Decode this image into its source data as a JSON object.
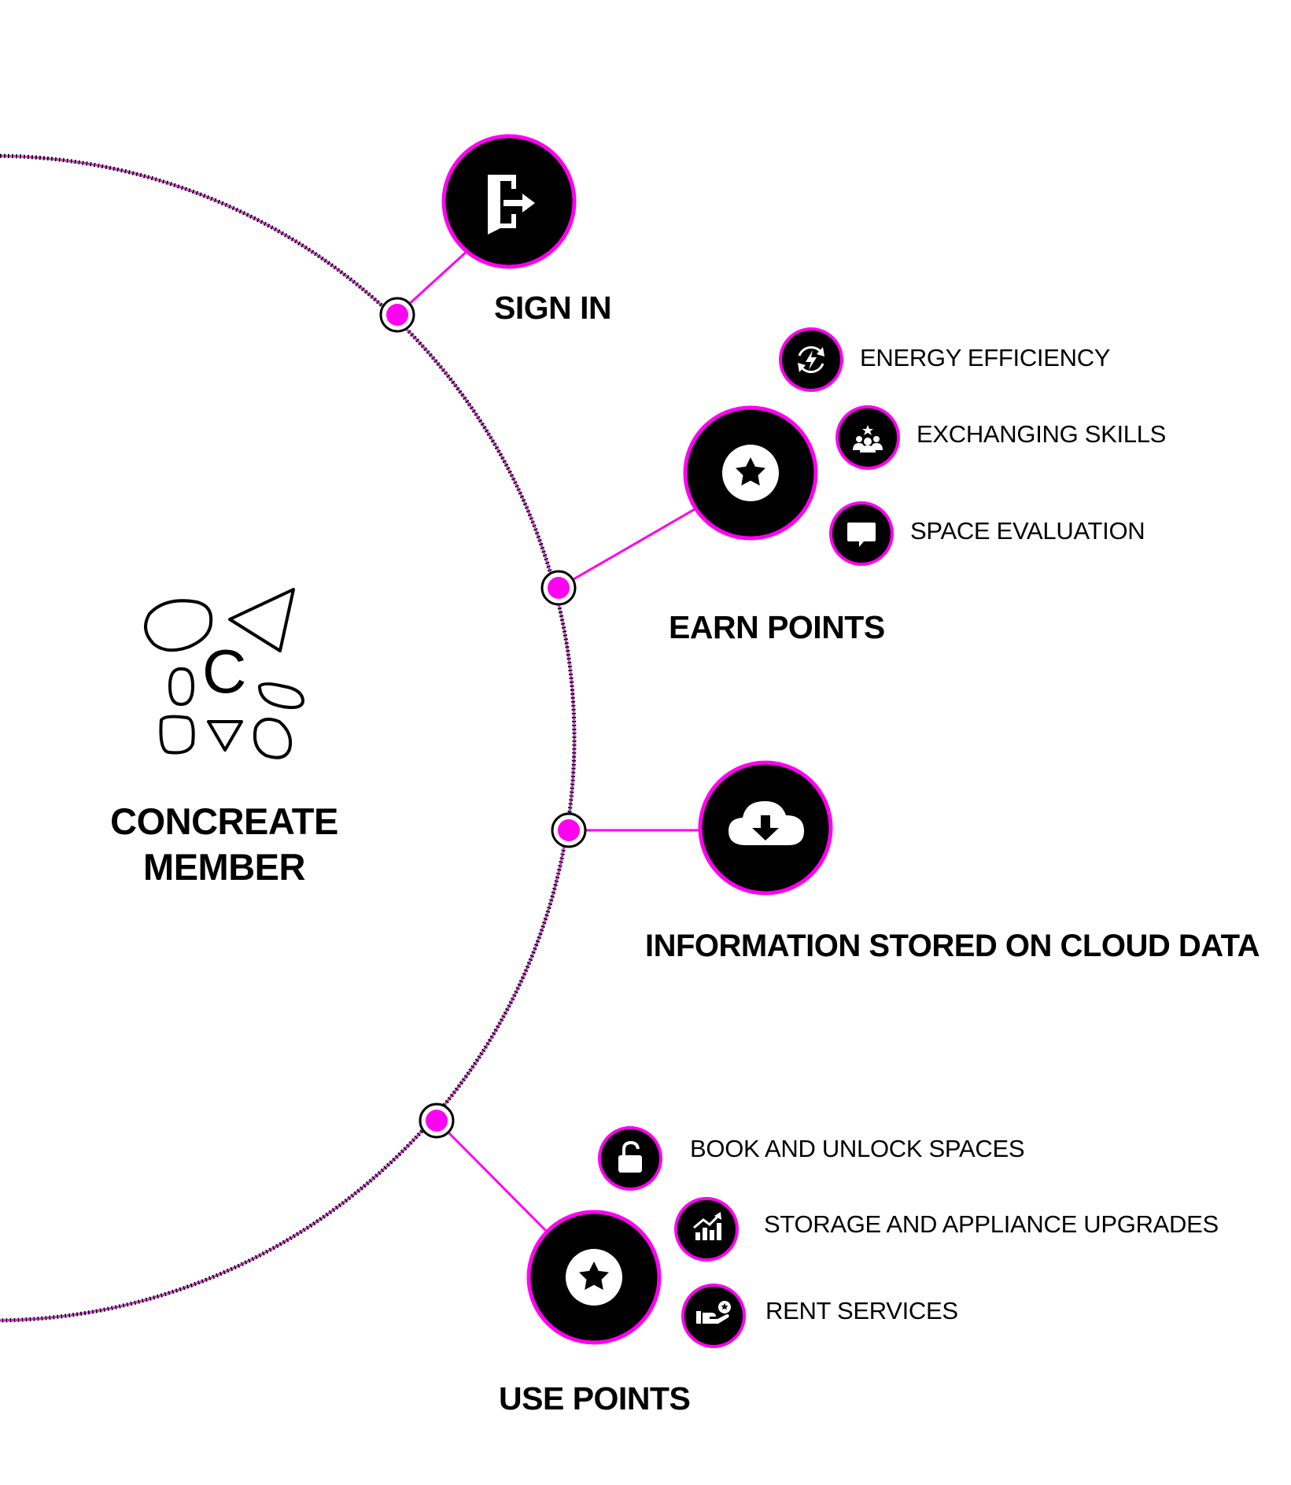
{
  "colors": {
    "accent": "#ff00f0",
    "node_fill": "#000000",
    "background": "#ffffff"
  },
  "brand": {
    "logo_icon": "concreate-pebbles-logo-icon",
    "logo_letter": "C",
    "name_line1": "CONCREATE",
    "name_line2": "MEMBER"
  },
  "steps": {
    "sign_in": {
      "label": "SIGN IN",
      "icon": "door-enter-icon"
    },
    "earn_points": {
      "label": "EARN POINTS",
      "icon": "star-badge-icon",
      "items": [
        {
          "label": "ENERGY EFFICIENCY",
          "icon": "energy-cycle-icon"
        },
        {
          "label": "EXCHANGING SKILLS",
          "icon": "people-star-icon"
        },
        {
          "label": "SPACE EVALUATION",
          "icon": "speech-bubble-icon"
        }
      ]
    },
    "cloud": {
      "label": "INFORMATION STORED ON CLOUD DATA",
      "icon": "cloud-download-icon"
    },
    "use_points": {
      "label": "USE POINTS",
      "icon": "star-badge-icon",
      "items": [
        {
          "label": "BOOK AND UNLOCK SPACES",
          "icon": "unlock-icon"
        },
        {
          "label": "STORAGE AND APPLIANCE UPGRADES",
          "icon": "growth-chart-icon"
        },
        {
          "label": "RENT SERVICES",
          "icon": "hand-coin-icon"
        }
      ]
    }
  }
}
